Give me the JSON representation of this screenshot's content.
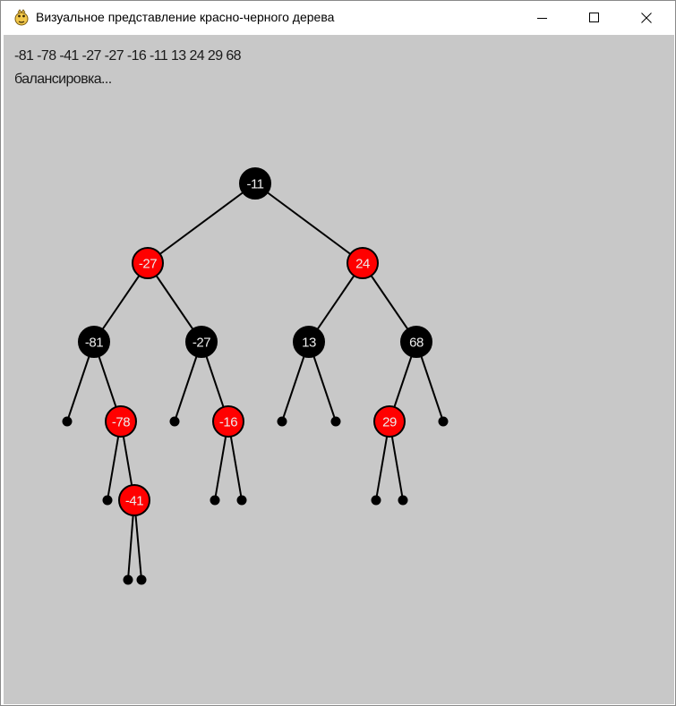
{
  "window": {
    "title": "Визуальное представление красно-черного дерева",
    "app_icon": "python-icon",
    "controls": [
      "minimize-icon",
      "maximize-icon",
      "close-icon"
    ]
  },
  "info": {
    "sequence": "-81 -78 -41 -27 -27 -16 -11 13 24 29 68",
    "status": "балансировка..."
  },
  "colors": {
    "background": "#c8c8c8",
    "black_node": "#000000",
    "red_node": "#ff0000",
    "edge": "#000000",
    "label": "#ececec"
  },
  "tree": {
    "nodes": [
      {
        "id": "n-11",
        "label": "-11",
        "color": "black",
        "parent": null
      },
      {
        "id": "n-27a",
        "label": "-27",
        "color": "red",
        "parent": "n-11"
      },
      {
        "id": "n24",
        "label": "24",
        "color": "red",
        "parent": "n-11"
      },
      {
        "id": "n-81",
        "label": "-81",
        "color": "black",
        "parent": "n-27a"
      },
      {
        "id": "n-27b",
        "label": "-27",
        "color": "black",
        "parent": "n-27a"
      },
      {
        "id": "n13",
        "label": "13",
        "color": "black",
        "parent": "n24"
      },
      {
        "id": "n68",
        "label": "68",
        "color": "black",
        "parent": "n24"
      },
      {
        "id": "n-78",
        "label": "-78",
        "color": "red",
        "parent": "n-81"
      },
      {
        "id": "n-16",
        "label": "-16",
        "color": "red",
        "parent": "n-27b"
      },
      {
        "id": "n29",
        "label": "29",
        "color": "red",
        "parent": "n68"
      },
      {
        "id": "n-41",
        "label": "-41",
        "color": "red",
        "parent": "n-78"
      }
    ],
    "nil_leaf_parents": [
      "n-81",
      "n-78",
      "n-41",
      "n-41",
      "n-27b",
      "n-16",
      "n-16",
      "n13",
      "n13",
      "n29",
      "n29",
      "n68"
    ]
  }
}
